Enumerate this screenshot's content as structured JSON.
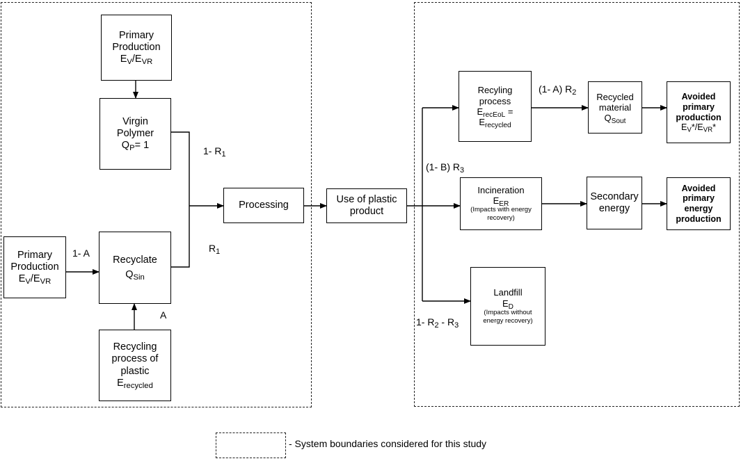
{
  "boxes": {
    "primary_top": {
      "line1": "Primary",
      "line2": "Production",
      "e": "E",
      "e_sub1": "V",
      "sep": "/E",
      "e_sub2": "VR"
    },
    "virgin": {
      "line1": "Virgin",
      "line2": "Polymer",
      "q": "Q",
      "q_sub": "P",
      "q_rest": "= 1"
    },
    "primary_left": {
      "line1": "Primary",
      "line2": "Production",
      "e": "E",
      "e_sub1": "V",
      "sep": "/E",
      "e_sub2": "VR"
    },
    "recyclate": {
      "line1": "Recyclate",
      "q": "Q",
      "q_sub": "Sin"
    },
    "recycling_bottom": {
      "line1": "Recycling",
      "line2": "process of",
      "line3": "plastic",
      "e": "E",
      "e_sub": "recycled"
    },
    "processing": {
      "label": "Processing"
    },
    "use": {
      "line1": "Use of plastic",
      "line2": "product"
    },
    "recyling_process": {
      "line1": "Recyling",
      "line2": "process",
      "e1": "E",
      "e1_sub": "recEoL",
      "e1_rest": " =",
      "e2": "E",
      "e2_sub": "recycled"
    },
    "recycled_material": {
      "line1": "Recycled",
      "line2": "material",
      "q": "Q",
      "q_sub": "Sout"
    },
    "avoided_primary": {
      "line1": "Avoided",
      "line2": "primary",
      "line3": "production",
      "e": "E",
      "sub1": "V",
      "mid": "*/E",
      "sub2": "VR",
      "star": "*"
    },
    "incineration": {
      "title": "Incineration",
      "e": "E",
      "e_sub": "ER",
      "note1": "(Impacts with energy",
      "note2": "recovery)"
    },
    "secondary_energy": {
      "line1": "Secondary",
      "line2": "energy"
    },
    "avoided_energy": {
      "line1": "Avoided",
      "line2": "primary",
      "line3": "energy",
      "line4": "production"
    },
    "landfill": {
      "title": "Landfill",
      "e": "E",
      "e_sub": "D",
      "note1": "(Impacts without",
      "note2": "energy recovery)"
    }
  },
  "labels": {
    "one_minus_r1": {
      "prefix": "1- R",
      "sub": "1"
    },
    "r1": {
      "prefix": "R",
      "sub": "1"
    },
    "one_minus_a": "1- A",
    "a": "A",
    "one_minus_a_r2": {
      "prefix": "(1- A) R",
      "sub": "2"
    },
    "one_minus_b_r3": {
      "prefix": "(1- B) R",
      "sub": "3"
    },
    "one_minus_r2_r3": {
      "p1": "1- R",
      "s1": "2",
      "p2": " - R",
      "s2": "3"
    }
  },
  "legend": {
    "text": "- System boundaries considered for this study"
  }
}
